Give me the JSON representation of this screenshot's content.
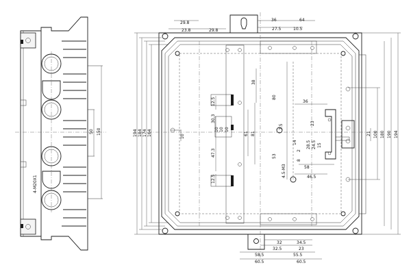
{
  "side_view": {
    "thread_label": "4-M20X1",
    "dims": [
      "50",
      "150"
    ]
  },
  "top_dims": {
    "left_row1": "29.8",
    "left_row2": [
      "23.8",
      "29.8"
    ],
    "right_row1": [
      "36",
      "64"
    ],
    "right_row2": [
      "27.5",
      "10.5"
    ]
  },
  "left_vertical_dims": [
    "194",
    "184",
    "174",
    "164"
  ],
  "right_vertical_dims": [
    "21",
    "100",
    "180",
    "190",
    "194"
  ],
  "inner_dims": {
    "d38": "38",
    "d80": "80",
    "d12_5_top": "12.5",
    "d30_3": "30.3",
    "d10a": "10",
    "d10b": "10",
    "d10c": "10",
    "d10_left": "10",
    "d81": "81",
    "d61": "61",
    "d47_3": "47.3",
    "d12_5_bot": "12.5",
    "d53": "53",
    "d36": "36",
    "d23": "23",
    "d7_5": "7.5",
    "d28_5": "28.5",
    "d24_5": "24.5",
    "d15": "15",
    "d2": "2",
    "d8": "8",
    "d58": "58",
    "d46_5": "46.5",
    "d14": "14",
    "m3": "4.5-M3"
  },
  "bottom_dims": {
    "row1": [
      "32",
      "34.5"
    ],
    "row2": [
      "32.5",
      "23"
    ],
    "row3": [
      "58.5",
      "55.5"
    ],
    "row4": [
      "60.5",
      "60.5"
    ]
  }
}
